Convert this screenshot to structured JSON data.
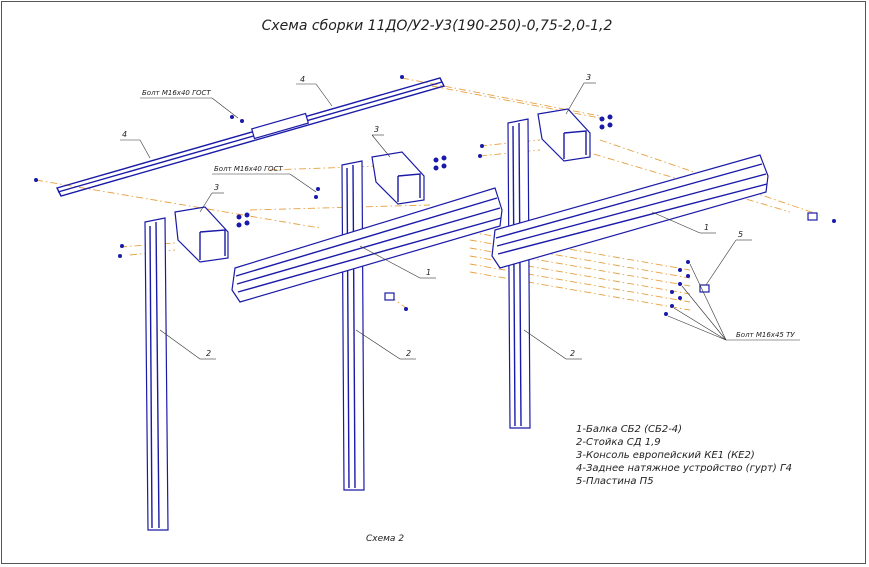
{
  "title": "Схема сборки 11ДО/У2-У3(190-250)-0,75-2,0-1,2",
  "caption": "Схема 2",
  "bolt_labels": {
    "bolt_m16x40_a": "Болт М16х40 ГОСТ",
    "bolt_m16x40_b": "Болт М16х40 ГОСТ",
    "bolt_m16x45": "Болт М16х45 ТУ"
  },
  "callouts": {
    "c1a": "1",
    "c1b": "1",
    "c2a": "2",
    "c2b": "2",
    "c2c": "2",
    "c3a": "3",
    "c3b": "3",
    "c3c": "3",
    "c4a": "4",
    "c4b": "4",
    "c5": "5"
  },
  "legend": [
    "1-Балка СБ2 (СБ2-4)",
    "2-Стойка СД 1,9",
    "3-Консоль европейский КЕ1 (КЕ2)",
    "4-Заднее натяжное устройство (гурт) Г4",
    "5-Пластина П5"
  ],
  "colors": {
    "parts": "#1a1aa8",
    "assembly_lines": "#e8a040",
    "text": "#222222"
  }
}
